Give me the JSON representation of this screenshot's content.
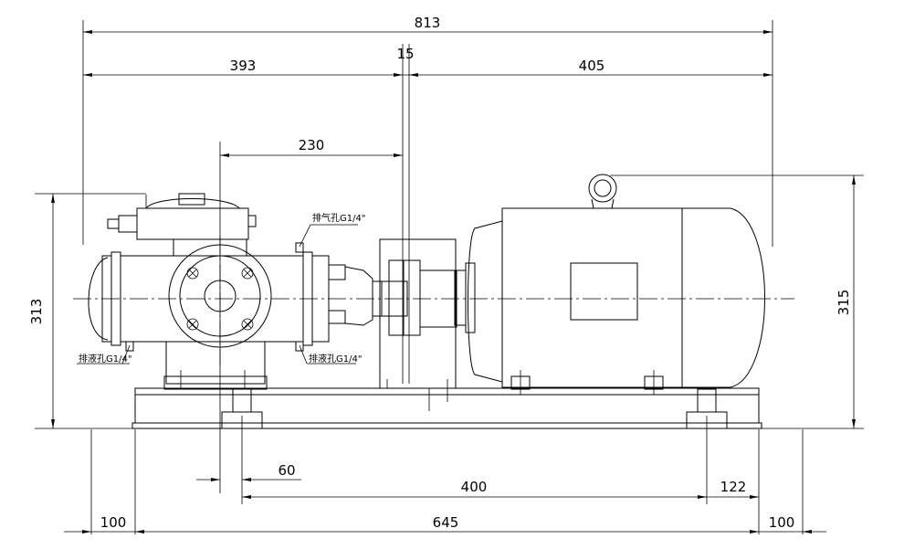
{
  "dimensions": {
    "total_length": "813",
    "pump_side": "393",
    "coupling_gap": "15",
    "motor_side": "405",
    "center_to_coupling": "230",
    "pump_height": "313",
    "motor_height": "315",
    "offset_60": "60",
    "bolt_spacing": "400",
    "bolt_end": "122",
    "left_margin": "100",
    "base_length": "645",
    "right_margin": "100"
  },
  "notes": {
    "vent_port": "排气孔G1/4\"",
    "drain_left": "排液孔G1/4\"",
    "drain_right": "排液孔G1/4\""
  }
}
